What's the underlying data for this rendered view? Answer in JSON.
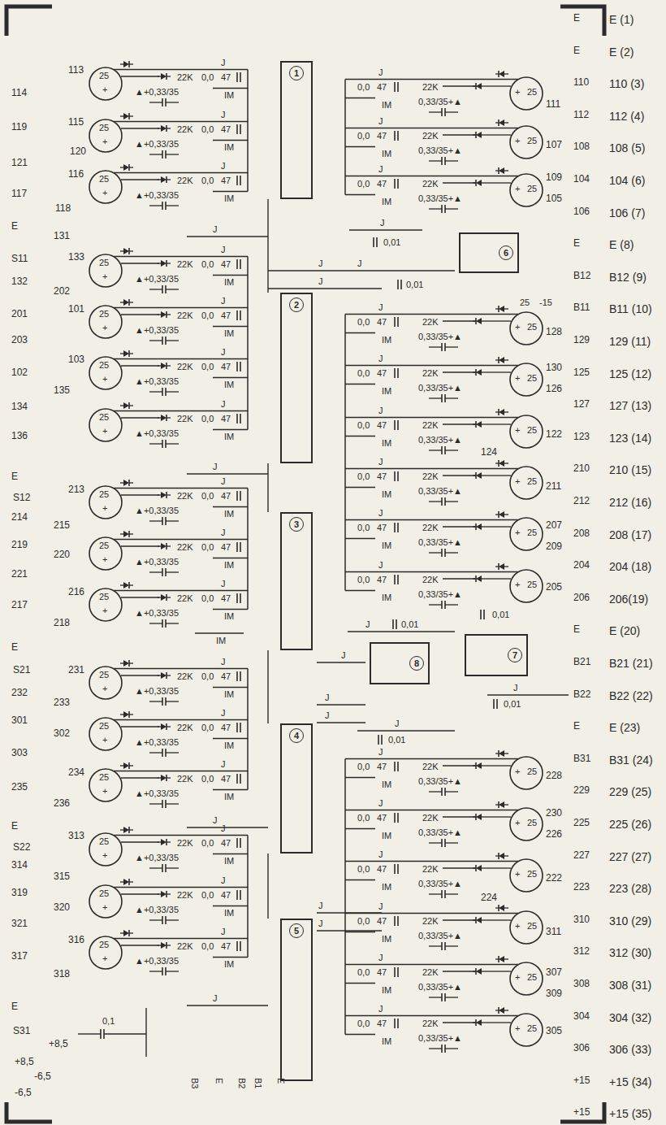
{
  "diagram": {
    "nodes": [
      {
        "text": [
          "1"
        ]
      },
      {
        "text": [
          "6"
        ]
      },
      {
        "text": [
          "2"
        ]
      },
      {
        "text": [
          "3"
        ]
      },
      {
        "text": [
          "8"
        ]
      },
      {
        "text": [
          "7"
        ]
      },
      {
        "text": [
          "4"
        ]
      },
      {
        "text": [
          "5"
        ]
      }
    ],
    "labels": [
      "25",
      "+",
      "22K",
      "0,0",
      "47",
      "J",
      "IM",
      "▲+0,33/35",
      "25",
      "+",
      "22K",
      "0,0",
      "47",
      "J",
      "IM",
      "▲+0,33/35",
      "25",
      "+",
      "22K",
      "0,0",
      "47",
      "J",
      "IM",
      "▲+0,33/35",
      "25",
      "+",
      "22K",
      "0,0",
      "47",
      "J",
      "IM",
      "▲+0,33/35",
      "25",
      "+",
      "22K",
      "0,0",
      "47",
      "J",
      "IM",
      "▲+0,33/35",
      "25",
      "+",
      "22K",
      "0,0",
      "47",
      "J",
      "IM",
      "▲+0,33/35",
      "25",
      "+",
      "22K",
      "0,0",
      "47",
      "J",
      "IM",
      "▲+0,33/35",
      "25",
      "+",
      "22K",
      "0,0",
      "47",
      "J",
      "IM",
      "▲+0,33/35",
      "25",
      "+",
      "22K",
      "0,0",
      "47",
      "J",
      "IM",
      "▲+0,33/35",
      "25",
      "+",
      "22K",
      "0,0",
      "47",
      "J",
      "IM",
      "▲+0,33/35",
      "25",
      "+",
      "22K",
      "0,0",
      "47",
      "J",
      "IM",
      "▲+0,33/35",
      "25",
      "+",
      "22K",
      "0,0",
      "47",
      "J",
      "IM",
      "▲+0,33/35",
      "25",
      "+",
      "22K",
      "0,0",
      "47",
      "J",
      "IM",
      "▲+0,33/35",
      "25",
      "+",
      "22K",
      "0,0",
      "47",
      "J",
      "IM",
      "▲+0,33/35",
      "25",
      "+",
      "22K",
      "0,0",
      "47",
      "J",
      "IM",
      "▲+0,33/35",
      "25",
      "+",
      "22K",
      "0,0",
      "47",
      "J",
      "IM",
      "▲+0,33/35",
      "0,0",
      "47",
      "J",
      "IM",
      "22K",
      "0,33/35+▲",
      "25",
      "+",
      "0,0",
      "47",
      "J",
      "IM",
      "22K",
      "0,33/35+▲",
      "25",
      "+",
      "0,0",
      "47",
      "J",
      "IM",
      "22K",
      "0,33/35+▲",
      "25",
      "+",
      "0,0",
      "47",
      "J",
      "IM",
      "22K",
      "0,33/35+▲",
      "25",
      "+",
      "0,0",
      "47",
      "J",
      "IM",
      "22K",
      "0,33/35+▲",
      "25",
      "+",
      "0,0",
      "47",
      "J",
      "IM",
      "22K",
      "0,33/35+▲",
      "25",
      "+",
      "0,0",
      "47",
      "J",
      "IM",
      "22K",
      "0,33/35+▲",
      "25",
      "+",
      "0,0",
      "47",
      "J",
      "IM",
      "22K",
      "0,33/35+▲",
      "25",
      "+",
      "0,0",
      "47",
      "J",
      "IM",
      "22K",
      "0,33/35+▲",
      "25",
      "+",
      "0,0",
      "47",
      "J",
      "IM",
      "22K",
      "0,33/35+▲",
      "25",
      "+",
      "0,0",
      "47",
      "J",
      "IM",
      "22K",
      "0,33/35+▲",
      "25",
      "+",
      "0,0",
      "47",
      "J",
      "IM",
      "22K",
      "0,33/35+▲",
      "25",
      "+",
      "0,0",
      "47",
      "J",
      "IM",
      "22K",
      "0,33/35+▲",
      "25",
      "+",
      "0,0",
      "47",
      "J",
      "IM",
      "22K",
      "0,33/35+▲",
      "25",
      "+",
      "0,0",
      "47",
      "J",
      "IM",
      "22K",
      "0,33/35+▲",
      "25",
      "+",
      "E (1)",
      "E (2)",
      "110 (3)",
      "112 (4)",
      "108 (5)",
      "104 (6)",
      "106 (7)",
      "E (8)",
      "B12 (9)",
      "B11 (10)",
      "129 (11)",
      "125 (12)",
      "127 (13)",
      "123 (14)",
      "210 (15)",
      "212 (16)",
      "208 (17)",
      "204 (18)",
      "206(19)",
      "E (20)",
      "B21 (21)",
      "B22 (22)",
      "E (23)",
      "B31 (24)",
      "229 (25)",
      "225 (26)",
      "227 (27)",
      "223 (28)",
      "310 (29)",
      "312 (30)",
      "308 (31)",
      "304 (32)",
      "306 (33)",
      "+15 (34)",
      "+15 (35)",
      "E",
      "E",
      "110",
      "112",
      "108",
      "104",
      "106",
      "E",
      "B12",
      "B11",
      "129",
      "125",
      "127",
      "123",
      "210",
      "212",
      "208",
      "204",
      "206",
      "E",
      "B21",
      "B22",
      "E",
      "B31",
      "229",
      "225",
      "227",
      "223",
      "310",
      "312",
      "308",
      "304",
      "306",
      "+15",
      "+15",
      "113",
      "114",
      "115",
      "119",
      "120",
      "121",
      "116",
      "117",
      "118",
      "E",
      "131",
      "S11",
      "133",
      "132",
      "202",
      "201",
      "101",
      "203",
      "103",
      "102",
      "135",
      "134",
      "136",
      "E",
      "S12",
      "213",
      "214",
      "215",
      "219",
      "220",
      "221",
      "216",
      "217",
      "218",
      "E",
      "S21",
      "231",
      "232",
      "233",
      "301",
      "302",
      "303",
      "234",
      "235",
      "236",
      "E",
      "S22",
      "313",
      "314",
      "315",
      "319",
      "320",
      "321",
      "316",
      "317",
      "318",
      "E",
      "S31",
      "+8,5",
      "+8,5",
      "-6,5",
      "-6,5",
      "111",
      "107",
      "109",
      "105",
      "128",
      "130",
      "126",
      "122",
      "124",
      "211",
      "207",
      "209",
      "205",
      "228",
      "230",
      "226",
      "222",
      "224",
      "311",
      "307",
      "309",
      "305",
      "J",
      "J",
      "IM",
      "J",
      "J",
      "0,1",
      "J",
      "J",
      "J",
      "0,01",
      "J",
      "0,01",
      "25",
      "-15",
      "J",
      "0,01",
      "0,01",
      "J",
      "J",
      "J",
      "J",
      "0,01",
      "J",
      "0,01",
      "J",
      "J",
      "B3",
      "E",
      "B2",
      "B1",
      "E"
    ]
  }
}
